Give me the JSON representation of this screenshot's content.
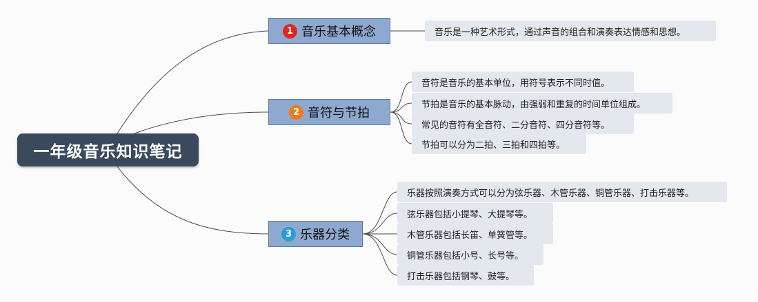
{
  "root": {
    "title": "一年级音乐知识笔记"
  },
  "colors": {
    "root_bg": "#3a4a5c",
    "branch_bg": "#8ea9cf",
    "leaf_bg": "#e3e7ee",
    "badge_1": "#e0261f",
    "badge_2": "#f07a1a",
    "badge_3": "#2a9ad9"
  },
  "branches": [
    {
      "number": "1",
      "label": "音乐基本概念",
      "leaves": [
        "音乐是一种艺术形式，通过声音的组合和演奏表达情感和思想。"
      ]
    },
    {
      "number": "2",
      "label": "音符与节拍",
      "leaves": [
        "音符是音乐的基本单位，用符号表示不同时值。",
        "节拍是音乐的基本脉动，由强弱和重复的时间单位组成。",
        "常见的音符有全音符、二分音符、四分音符等。",
        "节拍可以分为二拍、三拍和四拍等。"
      ]
    },
    {
      "number": "3",
      "label": "乐器分类",
      "leaves": [
        "乐器按照演奏方式可以分为弦乐器、木管乐器、铜管乐器、打击乐器等。",
        "弦乐器包括小提琴、大提琴等。",
        "木管乐器包括长笛、单簧管等。",
        "铜管乐器包括小号、长号等。",
        "打击乐器包括钢琴、鼓等。"
      ]
    }
  ]
}
